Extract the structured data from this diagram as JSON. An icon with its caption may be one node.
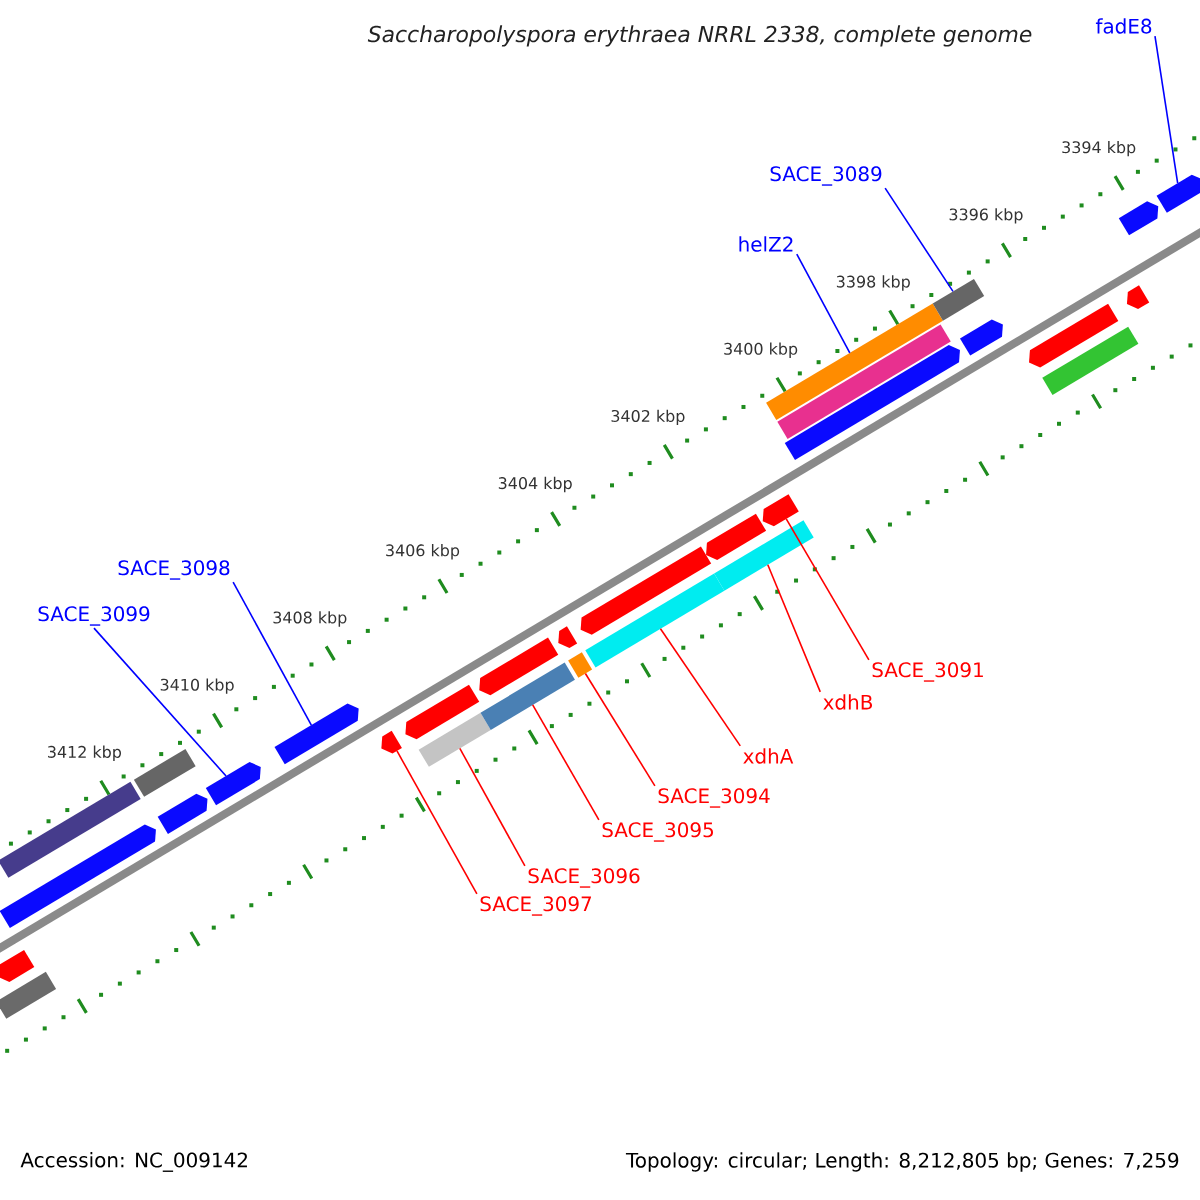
{
  "diagram": {
    "title": "Saccharopolyspora erythraea NRRL 2338, complete genome",
    "nodes": [
      {
        "text": [
          "fadE8"
        ]
      },
      {
        "text": [
          "SACE_3089"
        ]
      },
      {
        "text": [
          "helZ2"
        ]
      },
      {
        "text": [
          "SACE_3098"
        ]
      },
      {
        "text": [
          "SACE_3099"
        ]
      },
      {
        "text": [
          "SACE_3091"
        ]
      },
      {
        "text": [
          "xdhB"
        ]
      },
      {
        "text": [
          "xdhA"
        ]
      },
      {
        "text": [
          "SACE_3094"
        ]
      },
      {
        "text": [
          "SACE_3095"
        ]
      },
      {
        "text": [
          "SACE_3096"
        ]
      },
      {
        "text": [
          "SACE_3097"
        ]
      },
      {
        "text": [],
        "shape": "arrow"
      },
      {
        "text": [],
        "shape": "bar"
      },
      {
        "text": [],
        "shape": "bar"
      },
      {
        "text": [],
        "shape": "arrow"
      },
      {
        "text": [],
        "shape": "bar"
      },
      {
        "text": [],
        "shape": "arrow"
      },
      {
        "text": [],
        "shape": "arrow"
      },
      {
        "text": [],
        "shape": "arrow"
      },
      {
        "text": [],
        "shape": "arrow"
      },
      {
        "text": [],
        "shape": "arrow"
      },
      {
        "text": [],
        "shape": "bar"
      },
      {
        "text": [],
        "shape": "arrow"
      },
      {
        "text": [],
        "shape": "bar"
      },
      {
        "text": [],
        "shape": "arrow"
      },
      {
        "text": [],
        "shape": "bar"
      },
      {
        "text": [],
        "shape": "arrow"
      },
      {
        "text": [],
        "shape": "bar"
      },
      {
        "text": [],
        "shape": "arrow"
      },
      {
        "text": [],
        "shape": "bar"
      },
      {
        "text": [],
        "shape": "arrow"
      },
      {
        "text": [],
        "shape": "bar"
      },
      {
        "text": [],
        "shape": "bar"
      },
      {
        "text": [],
        "shape": "arrow"
      },
      {
        "text": [],
        "shape": "bar"
      },
      {
        "text": [],
        "shape": "arrow"
      },
      {
        "text": [],
        "shape": "arrow"
      },
      {
        "text": [],
        "shape": "bar"
      },
      {
        "text": [],
        "shape": "arrow"
      },
      {
        "text": [],
        "shape": "arrow"
      },
      {
        "text": [],
        "shape": "arrow"
      }
    ],
    "edges": [
      {
        "from": 0,
        "to": 41,
        "arrow": "none",
        "color": "#0000ff"
      },
      {
        "from": 1,
        "to": 35,
        "arrow": "none",
        "color": "#0000ff"
      },
      {
        "from": 2,
        "to": 32,
        "arrow": "none",
        "color": "#0000ff"
      },
      {
        "from": 3,
        "to": 19,
        "arrow": "none",
        "color": "#0000ff"
      },
      {
        "from": 4,
        "to": 18,
        "arrow": "none",
        "color": "#0000ff"
      },
      {
        "from": 5,
        "to": 31,
        "arrow": "none",
        "color": "#ff0000"
      },
      {
        "from": 6,
        "to": 30,
        "arrow": "none",
        "color": "#ff0000"
      },
      {
        "from": 7,
        "to": 28,
        "arrow": "none",
        "color": "#ff0000"
      },
      {
        "from": 8,
        "to": 26,
        "arrow": "none",
        "color": "#ff0000"
      },
      {
        "from": 9,
        "to": 24,
        "arrow": "none",
        "color": "#ff0000"
      },
      {
        "from": 10,
        "to": 22,
        "arrow": "none",
        "color": "#ff0000"
      },
      {
        "from": 11,
        "to": 20,
        "arrow": "none",
        "color": "#ff0000"
      }
    ],
    "labels": [
      "3394 kbp",
      "3396 kbp",
      "3398 kbp",
      "3400 kbp",
      "3402 kbp",
      "3404 kbp",
      "3406 kbp",
      "3408 kbp",
      "3410 kbp",
      "3412 kbp",
      "Accession: NC_009142",
      "Topology: circular; Length: 8,212,805 bp; Genes: 7,259"
    ]
  }
}
